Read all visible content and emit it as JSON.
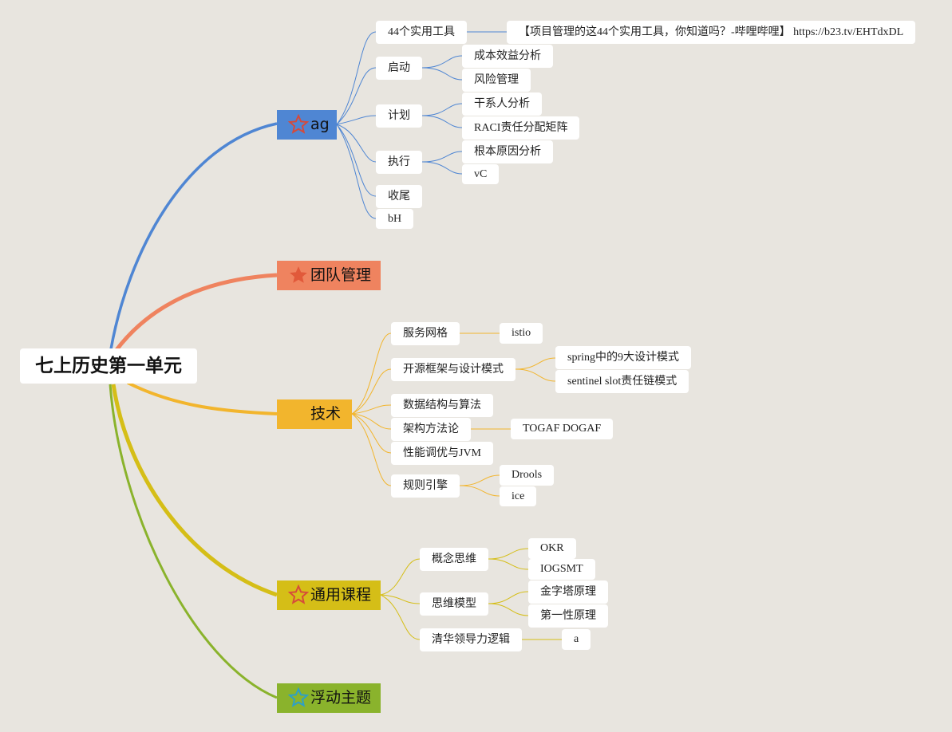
{
  "root": {
    "label": "七上历史第一单元"
  },
  "branches": {
    "ag": {
      "label": "ag",
      "color": "#4f86d3",
      "icon": "star-outline-icon",
      "icon_color": "#d64a3a"
    },
    "team": {
      "label": "团队管理",
      "color": "#ef835f",
      "icon": "star-filled-icon",
      "icon_color": "#e1593a"
    },
    "tech": {
      "label": "技术",
      "color": "#f2b52d",
      "icon": "none"
    },
    "course": {
      "label": "通用课程",
      "color": "#d5be17",
      "icon": "star-outline-icon",
      "icon_color": "#d64a3a"
    },
    "float": {
      "label": "浮动主题",
      "color": "#8ab32c",
      "icon": "star-outline-icon",
      "icon_color": "#2c9fc9"
    }
  },
  "ag_children": {
    "tools": {
      "label": "44个实用工具",
      "child": "【项目管理的这44个实用工具，你知道吗？-哔哩哔哩】 https://b23.tv/EHTdxDL"
    },
    "start": {
      "label": "启动",
      "children": [
        "成本效益分析",
        "风险管理"
      ]
    },
    "plan": {
      "label": "计划",
      "children": [
        "干系人分析",
        "RACI责任分配矩阵"
      ]
    },
    "exec": {
      "label": "执行",
      "children": [
        "根本原因分析",
        "vC"
      ]
    },
    "close": {
      "label": "收尾"
    },
    "bh": {
      "label": "bH"
    }
  },
  "tech_children": {
    "mesh": {
      "label": "服务网格",
      "child": "istio"
    },
    "framework": {
      "label": "开源框架与设计模式",
      "children": [
        "spring中的9大设计模式",
        "sentinel slot责任链模式"
      ]
    },
    "algo": {
      "label": "数据结构与算法"
    },
    "arch": {
      "label": "架构方法论",
      "child": "TOGAF DOGAF"
    },
    "perf": {
      "label": "性能调优与JVM"
    },
    "rules": {
      "label": "规则引擎",
      "children": [
        "Drools",
        "ice"
      ]
    }
  },
  "course_children": {
    "concept": {
      "label": "概念思维",
      "children": [
        "OKR",
        "IOGSMT"
      ]
    },
    "model": {
      "label": "思维模型",
      "children": [
        "金字塔原理",
        "第一性原理"
      ]
    },
    "tsinghua": {
      "label": "清华领导力逻辑",
      "child": "a"
    }
  }
}
